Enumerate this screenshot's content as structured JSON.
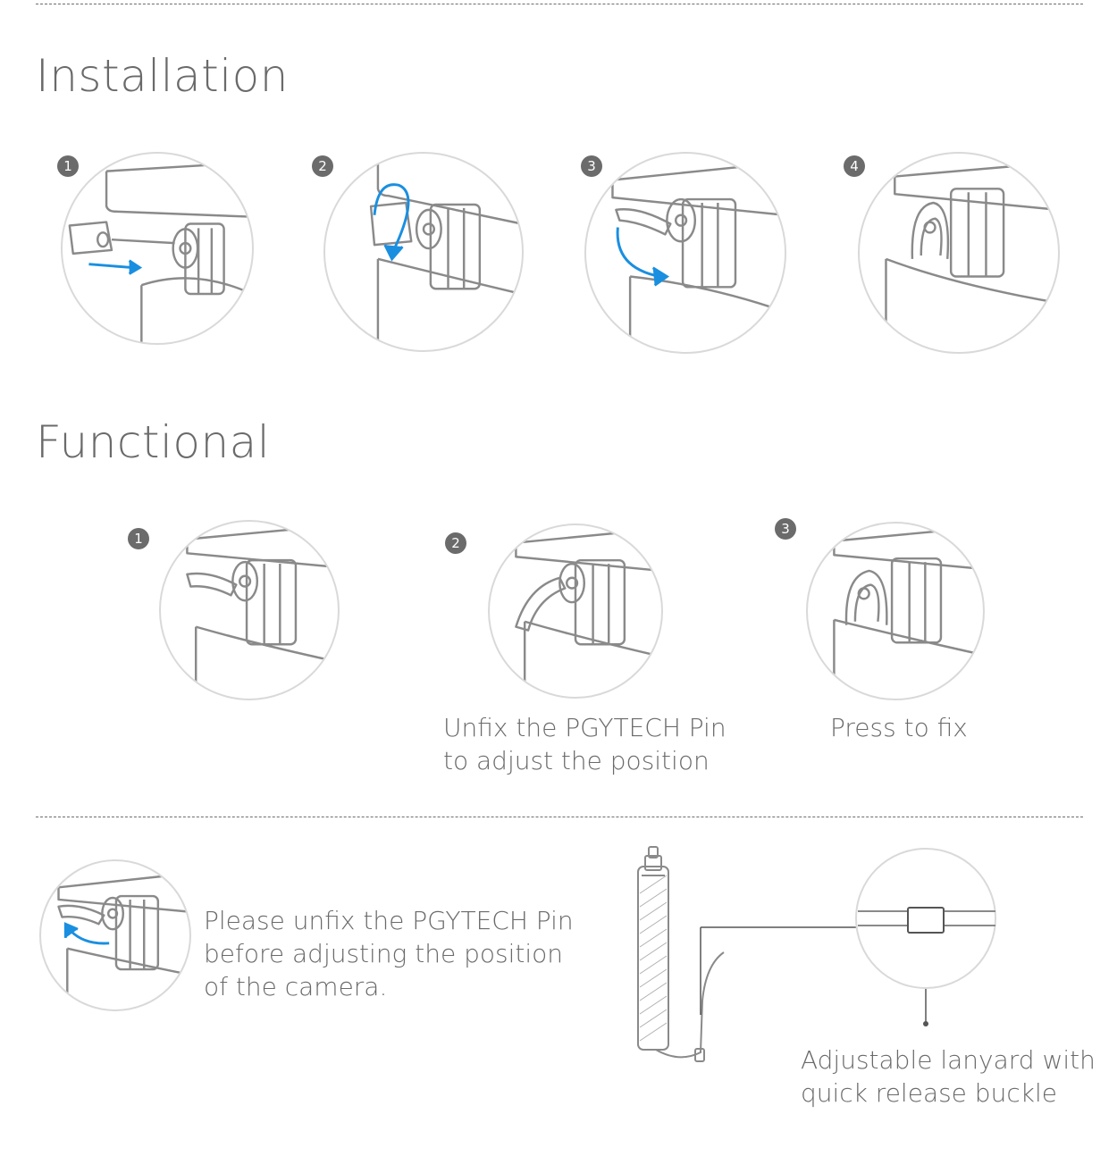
{
  "installation": {
    "title": "Installation",
    "steps": [
      {
        "number": "1",
        "arrow": "horizontal-right"
      },
      {
        "number": "2",
        "arrow": "curved-down"
      },
      {
        "number": "3",
        "arrow": "curved-down-right"
      },
      {
        "number": "4",
        "arrow": "none"
      }
    ]
  },
  "functional": {
    "title": "Functional",
    "steps": [
      {
        "number": "1",
        "caption_lines": []
      },
      {
        "number": "2",
        "caption_lines": [
          "Unfix the PGYTECH Pin",
          "to adjust the position"
        ]
      },
      {
        "number": "3",
        "caption_lines": [
          "Press to fix"
        ]
      }
    ]
  },
  "note": {
    "lines": [
      "Please unfix the PGYTECH Pin",
      "before adjusting the position",
      "of the camera."
    ]
  },
  "lanyard": {
    "lines": [
      "Adjustable lanyard with",
      "quick release buckle"
    ]
  },
  "colors": {
    "accent_arrow": "#1a8fe0",
    "line_art": "#8a8a8a",
    "circle_border": "#d9d9d9",
    "text": "#6a6a6a"
  }
}
